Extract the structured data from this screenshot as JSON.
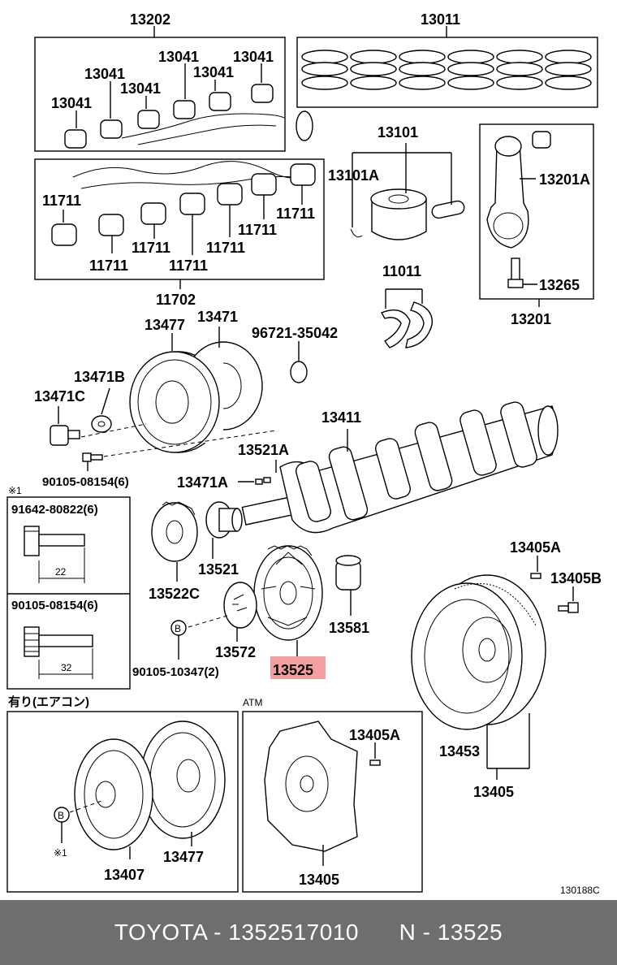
{
  "labels": {
    "p13202": "13202",
    "p13011": "13011",
    "p13041_a": "13041",
    "p13041_b": "13041",
    "p13041_c": "13041",
    "p13041_d": "13041",
    "p13041_e": "13041",
    "p13041_f": "13041",
    "p13101": "13101",
    "p13101a": "13101A",
    "p13201a": "13201A",
    "p13265": "13265",
    "p13201": "13201",
    "p11711_a": "11711",
    "p11711_b": "11711",
    "p11711_c": "11711",
    "p11711_d": "11711",
    "p11711_e": "11711",
    "p11711_f": "11711",
    "p11711_g": "11711",
    "p11702": "11702",
    "p11011": "11011",
    "p13477_top": "13477",
    "p13471": "13471",
    "p96721": "96721-35042",
    "p13471b": "13471B",
    "p13471c": "13471C",
    "p13411": "13411",
    "p13521a": "13521A",
    "p13471a": "13471A",
    "p90105_08154_main": "90105-08154(6)",
    "note_1": "※1",
    "p91642_box": "91642-80822(6)",
    "dim_22": "22",
    "p90105_box": "90105-08154(6)",
    "dim_32": "32",
    "p13521": "13521",
    "p13522c": "13522C",
    "p13581": "13581",
    "p13572": "13572",
    "p90105_10347": "90105-10347(2)",
    "p13525": "13525",
    "circle_b": "B",
    "p13405a_top": "13405A",
    "p13405b": "13405B",
    "p13453": "13453",
    "p13405_right": "13405",
    "aircon": "有り(エアコン)",
    "atm": "ATM",
    "p13405a_atm": "13405A",
    "circle_b2": "B",
    "note_1b": "※1",
    "p13407": "13407",
    "p13477_bottom": "13477",
    "p13405_atm": "13405",
    "diagram_code": "130188C"
  },
  "footer": {
    "text": "TOYOTA - 1352517010      N - 13525"
  },
  "colors": {
    "highlight": "#f4a0a0",
    "footer_bg": "#6e6e6e"
  }
}
